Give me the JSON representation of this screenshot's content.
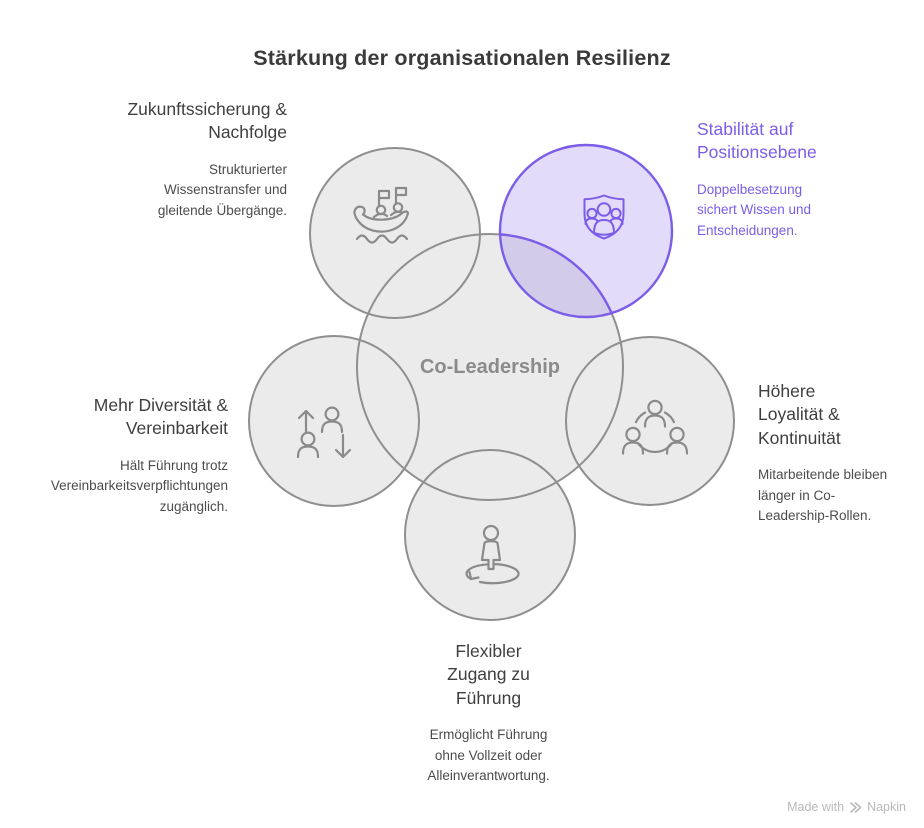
{
  "title": "Stärkung der organisationalen Resilienz",
  "center": {
    "label": "Co-Leadership"
  },
  "nodes": [
    {
      "id": "zukunftssicherung",
      "position": "top-left",
      "icon": "boat-team-icon",
      "heading": "Zukunftssicherung & Nachfolge",
      "desc": "Strukturierter Wissenstransfer und gleitende Übergänge."
    },
    {
      "id": "stabilitaet",
      "position": "top-right",
      "icon": "shield-team-icon",
      "accent": true,
      "heading": "Stabilität auf Positionsebene",
      "desc": "Doppelbesetzung sichert Wissen und Entscheidungen."
    },
    {
      "id": "loyalitaet",
      "position": "right",
      "icon": "people-network-icon",
      "heading": "Höhere Loyalität & Kontinuität",
      "desc": "Mitarbeitende bleiben länger in Co-Leadership-Rollen."
    },
    {
      "id": "diversitaet",
      "position": "left",
      "icon": "people-arrows-icon",
      "heading": "Mehr Diversität & Vereinbarkeit",
      "desc": "Hält Führung trotz Vereinbarkeitsverpflichtungen zugänglich."
    },
    {
      "id": "flexibilitaet",
      "position": "bottom",
      "icon": "person-rotation-icon",
      "heading": "Flexibler Zugang zu Führung",
      "desc": "Ermöglicht Führung ohne Vollzeit oder Alleinverantwortung."
    }
  ],
  "watermark": {
    "text_prefix": "Made with",
    "brand": "Napkin",
    "icon": "napkin-logo-icon"
  },
  "colors": {
    "title_text": "#3a3a3a",
    "heading_text": "#3f3f3f",
    "body_text": "#4c4c4c",
    "center_label": "#8b8b8b",
    "gray_stroke": "#8f8f8f",
    "gray_fill": "#ebebeb",
    "icon_gray": "#8a8a8a",
    "accent": "#7b5de8",
    "accent_fill": "#7b5de838",
    "accent_mask": "#e2dcfa",
    "watermark": "#b9b9b9"
  }
}
